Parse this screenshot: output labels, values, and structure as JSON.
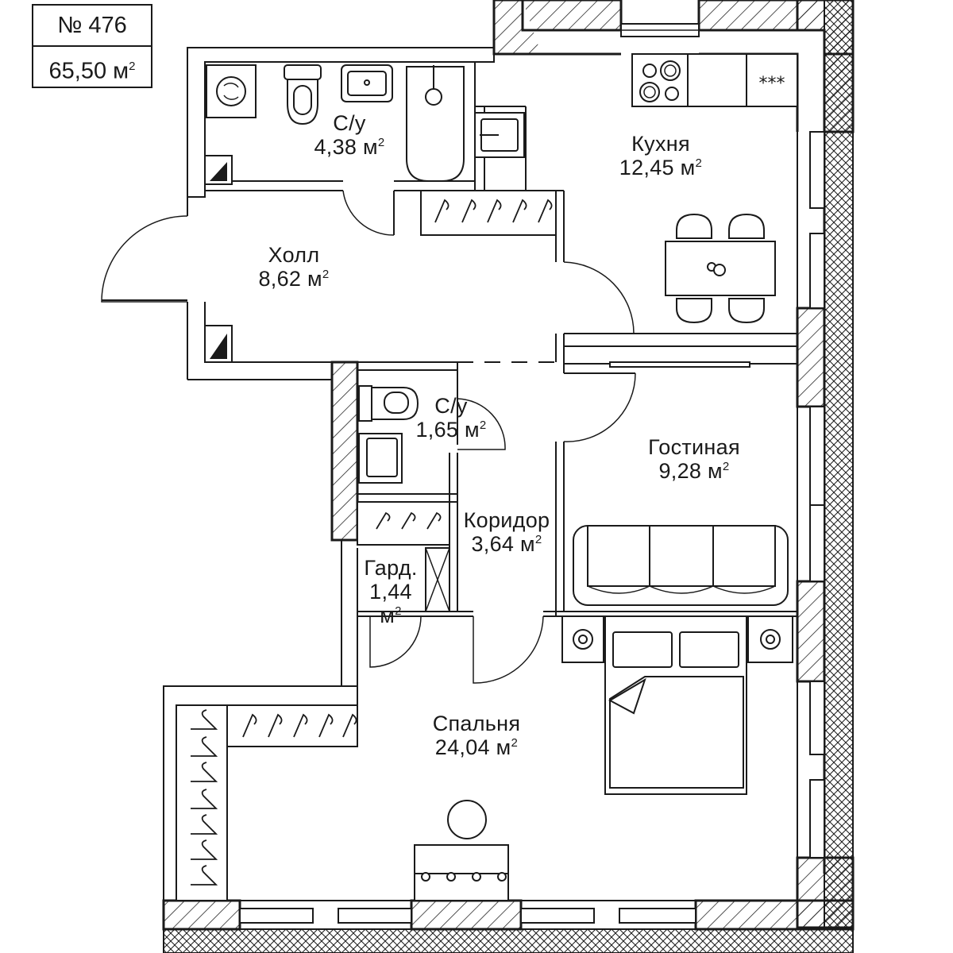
{
  "apartment": {
    "number": "№ 476",
    "total_area": "65,50 м",
    "area_unit_exp": "2"
  },
  "rooms": [
    {
      "id": "bathroom-main",
      "name": "С/у",
      "area": "4,38 м"
    },
    {
      "id": "kitchen",
      "name": "Кухня",
      "area": "12,45 м"
    },
    {
      "id": "hall",
      "name": "Холл",
      "area": "8,62 м"
    },
    {
      "id": "bathroom-small",
      "name": "С/у",
      "area": "1,65 м"
    },
    {
      "id": "living-room",
      "name": "Гостиная",
      "area": "9,28 м"
    },
    {
      "id": "corridor",
      "name": "Коридор",
      "area": "3,64 м"
    },
    {
      "id": "wardrobe",
      "name": "Гард.",
      "area_line1": "1,44",
      "area_line2": "м"
    },
    {
      "id": "bedroom",
      "name": "Спальня",
      "area": "24,04 м"
    }
  ],
  "fixtures": {
    "stove_icon": "stove-burners-icon",
    "hood_label": "***"
  },
  "colors": {
    "ink": "#1a1a1a",
    "background": "#ffffff"
  }
}
